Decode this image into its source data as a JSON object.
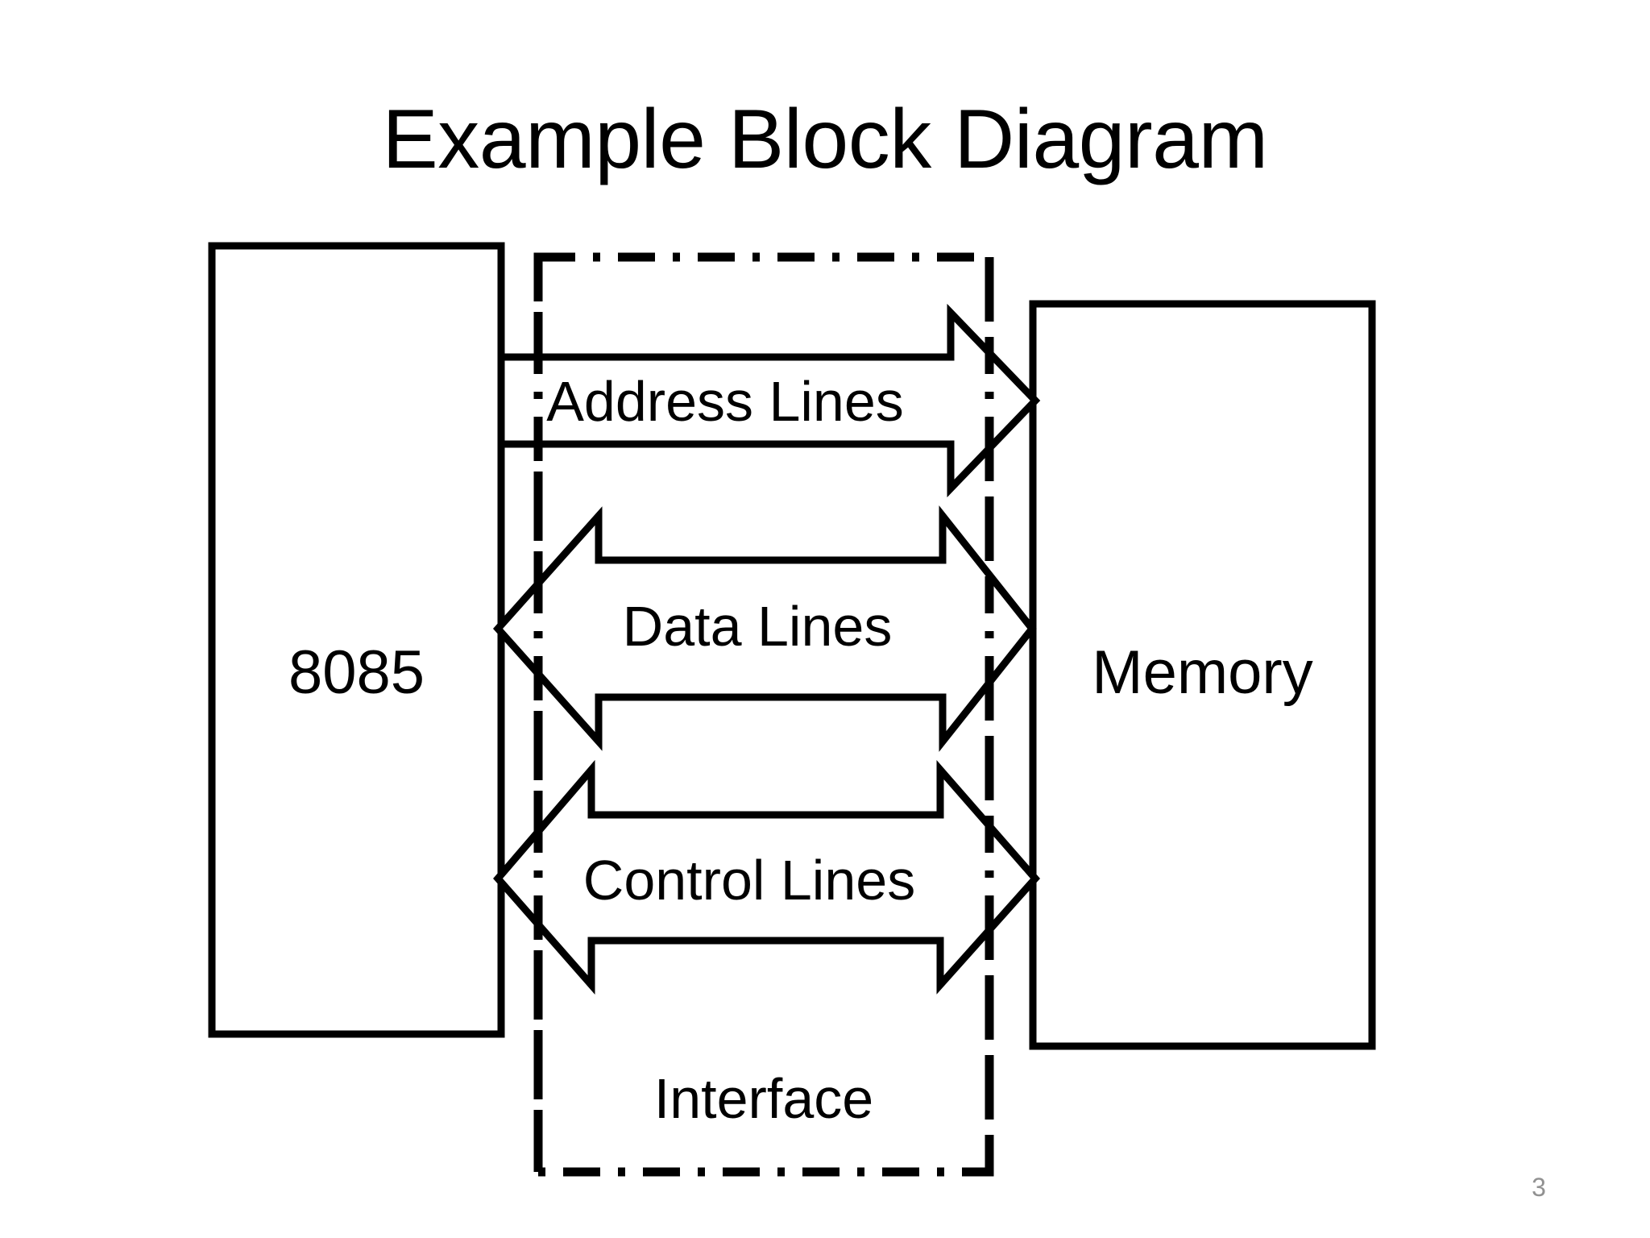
{
  "slide": {
    "title": "Example Block Diagram",
    "page_number": "3",
    "background_color": "#ffffff",
    "stroke_color": "#000000",
    "page_number_color": "#919191"
  },
  "blocks": [
    {
      "id": "cpu",
      "label": "8085"
    },
    {
      "id": "memory",
      "label": "Memory"
    }
  ],
  "interface": {
    "label": "Interface",
    "border_style": "dash-dot"
  },
  "buses": [
    {
      "id": "address",
      "label": "Address Lines",
      "direction": "right"
    },
    {
      "id": "data",
      "label": "Data Lines",
      "direction": "both"
    },
    {
      "id": "control",
      "label": "Control Lines",
      "direction": "both"
    }
  ]
}
